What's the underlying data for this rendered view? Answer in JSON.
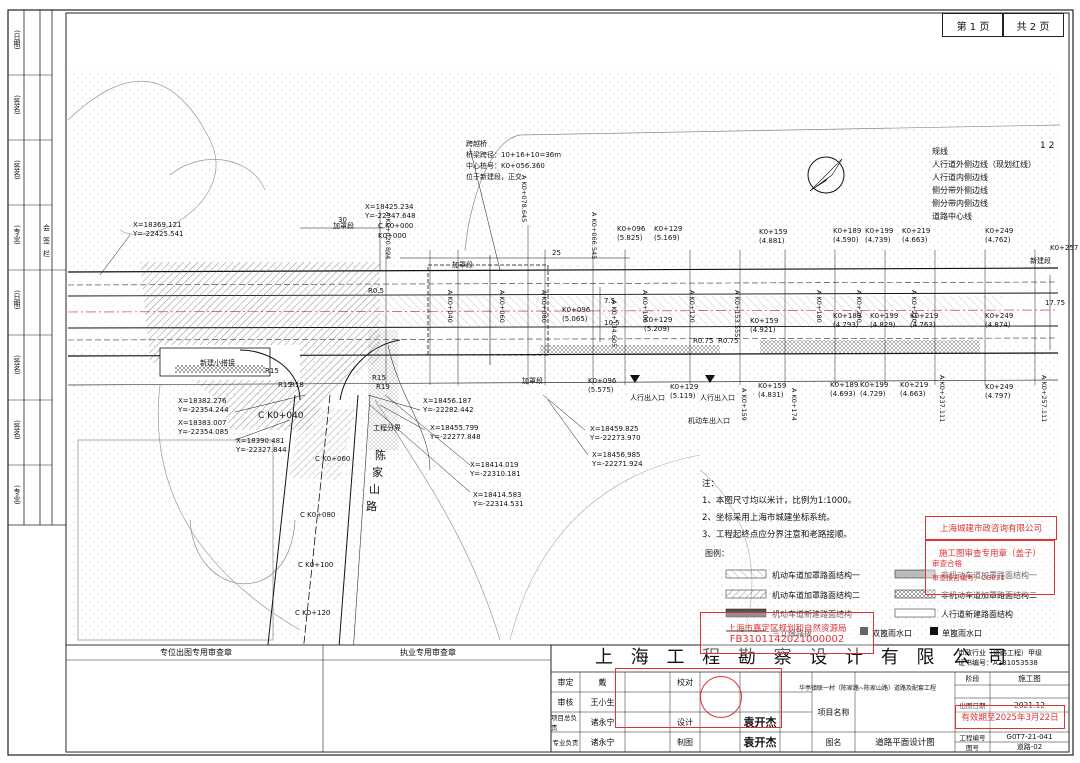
{
  "page_header": {
    "page_label": "第 1 页",
    "total_label": "共 2 页",
    "sheet_no_mark": "1  2"
  },
  "left_strip": {
    "labels": [
      "(日期)",
      "(签名)",
      "(签名)",
      "(专业)",
      "(日期)",
      "(签名)",
      "(签名)",
      "(专业)"
    ],
    "sub_labels": [
      "会",
      "签",
      "栏"
    ]
  },
  "bridge_note": {
    "lines": [
      "跨越桥",
      "桥梁跨径：10+16+10=36m",
      "中心桩号：K0+056.360",
      "位于新建段，正交"
    ]
  },
  "layer_list": {
    "items": [
      "规线",
      "人行道外侧边线（现划红线）",
      "人行道内侧边线",
      "侧分带外侧边线",
      "侧分带内侧边线",
      "道路中心线"
    ]
  },
  "coords": [
    "X=18369.121",
    "Y=-22425.541",
    "X=18425.234",
    "Y=-22347.648",
    "C K0+000",
    "K0+000",
    "X=18382.276",
    "Y=-22354.244",
    "X=18383.007",
    "Y=-22354.085",
    "X=18390.481",
    "Y=-22327.844",
    "X=18456.187",
    "Y=-22282.442",
    "X=18455.799",
    "Y=-22277.848",
    "X=18459.825",
    "Y=-22273.970",
    "X=18456.985",
    "Y=-22271.924",
    "X=18414.019",
    "Y=-22310.181",
    "X=18414.583",
    "Y=-22314.531"
  ],
  "map_labels": {
    "road_name": [
      "陈",
      "家",
      "山",
      "路"
    ],
    "new_bridge": "新建小搭接",
    "ck040": "C K0+040",
    "ck060": "C K0+060",
    "ck080": "C K0+080",
    "ck100": "C K0+100",
    "ck120": "C K0+120",
    "work_boundary": "工程分界",
    "add_cover_1": "加罩段",
    "add_cover_2": "加罩段",
    "add_cover_3": "加罩段",
    "new_section": "新建段",
    "ped_entry": "人行出入口",
    "ped_entry_2": "人行出入口",
    "motor_entry": "机动车出入口",
    "r15a": "R15",
    "r15b": "R15",
    "r18": "R18",
    "r15c": "R15",
    "r19": "R19",
    "r05": "R0.5",
    "r075a": "R0.75",
    "r075b": "R0.75",
    "dim_30": "30",
    "dim_25": "25",
    "dim_75": "7.5",
    "dim_105": "10.5",
    "dim_1775": "17.75"
  },
  "stations_top": [
    "K0+096",
    "K0+129",
    "K0+159",
    "K0+189",
    "K0+199",
    "K0+219",
    "K0+249",
    "K0+257"
  ],
  "stations_top_elev": [
    "(5.825)",
    "(5.169)",
    "(4.881)",
    "(4.590)",
    "(4.739)",
    "(4.663)",
    "(4.762)"
  ],
  "stations_mid": [
    "K0+096",
    "K0+129",
    "K0+159",
    "K0+189",
    "K0+199",
    "K0+219",
    "K0+249"
  ],
  "stations_mid_elev": [
    "(5.065)",
    "(5.209)",
    "(4.921)",
    "(4.793)",
    "(4.829)",
    "(4.763)",
    "(4.874)"
  ],
  "stations_bottom": [
    "K0+096",
    "K0+129",
    "K0+159",
    "K0+189",
    "K0+199",
    "K0+219",
    "K0+249"
  ],
  "stations_bottom_elev": [
    "(5.575)",
    "(5.119)",
    "(4.831)",
    "(4.693)",
    "(4.729)",
    "(4.663)",
    "(4.797)"
  ],
  "vertical_stations": [
    "A K0+020.894",
    "A K0+040",
    "A K0+060",
    "A K0+078.645",
    "A K0+066.545",
    "A K0+080",
    "A K0+100",
    "A K0+120",
    "A K0+134.605",
    "A K0+153.555",
    "A K0+159",
    "A K0+174",
    "A K0+180",
    "A K0+200",
    "A K0+220",
    "A K0+237.111",
    "A K0+257.111"
  ],
  "notes": {
    "heading": "注：",
    "items": [
      "1、本图尺寸均以米计，比例为1:1000。",
      "2、坐标采用上海市城建坐标系统。",
      "3、工程起终点应分界注意和老路接顺。"
    ]
  },
  "legend": {
    "heading": "图例：",
    "items": [
      "机动车道加罩路面结构一",
      "机动车道加罩路面结构二",
      "机动车道新建路面结构",
      "非机动车道加罩路面结构一",
      "非机动车道加罩路面结构二",
      "人行道新建路面结构",
      "三立缘路拨",
      "双篦雨水口",
      "单篦雨水口"
    ]
  },
  "stamps": {
    "s1": "上海城建市政咨询有限公司",
    "s2": "施工图审查专用章（盖子）",
    "s3": "上海市嘉定区规划和自然资源局",
    "s4": "FB3101142021000002",
    "s5": "有效期至2025年3月22日",
    "s6": "审查合格",
    "s7": "审查报告编号：CG031"
  },
  "title_block": {
    "company": "上 海 工 程 勘 察 设 计 有 限 公 司",
    "cert_grade": "市政行业（道路工程）甲级",
    "cert_no": "证书编号：A231053538",
    "seal_left": "专位出图专用审查章",
    "seal_right": "执业专用审查章",
    "rows": [
      {
        "label": "审定",
        "name": "戴"
      },
      {
        "label": "审核",
        "name": "王小生"
      },
      {
        "label": "项目总负责",
        "name": "诸永宁"
      },
      {
        "label": "专业负责",
        "name": "诸永宁"
      }
    ],
    "check_label": "校对",
    "design_label": "设计",
    "draw_label": "制图",
    "designer": "袁开杰",
    "drawer": "袁开杰",
    "project_label": "项目名称",
    "project_name": "华亭镇联一村（陈家路~陈家山路）道路及配套工程",
    "drawing_label": "图名",
    "drawing_name": "道路平面设计图",
    "stage_label": "阶段",
    "stage": "施工图",
    "date_label": "出图日期",
    "date": "2021.12",
    "job_label": "工程编号",
    "job_no": "G0T7-21-041",
    "sheet_label": "图号",
    "sheet_no": "道路-02"
  }
}
